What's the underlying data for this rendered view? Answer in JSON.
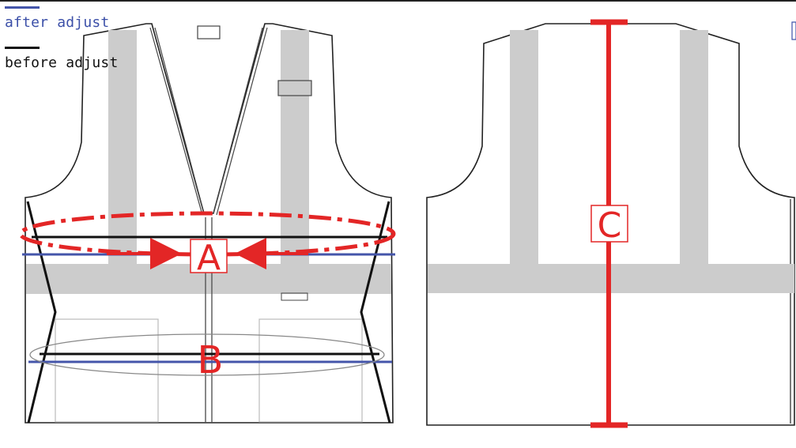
{
  "legend": {
    "after_label": "after adjust",
    "before_label": "before adjust",
    "after_color": "#3b4fa8",
    "before_color": "#111111"
  },
  "labels": {
    "a": "A",
    "b": "B",
    "c": "C"
  },
  "colors": {
    "measurement_red": "#e32626",
    "reflective_gray": "#cccccc",
    "outline": "#222222"
  }
}
